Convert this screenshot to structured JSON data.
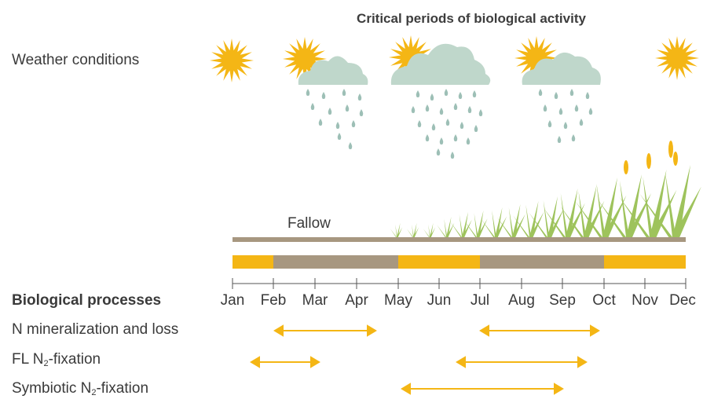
{
  "title": "Critical periods of biological activity",
  "weather_label": "Weather conditions",
  "fallow_label": "Fallow",
  "bio_label": "Biological processes",
  "months": [
    "Jan",
    "Feb",
    "Mar",
    "Apr",
    "May",
    "Jun",
    "Jul",
    "Aug",
    "Sep",
    "Oct",
    "Nov",
    "Dec"
  ],
  "processes": [
    {
      "pre": "N mineralization and loss",
      "sub": "",
      "post": ""
    },
    {
      "pre": "FL N",
      "sub": "2",
      "post": "-fixation"
    },
    {
      "pre": "Symbiotic N",
      "sub": "2",
      "post": "-fixation"
    }
  ],
  "colors": {
    "accent": "#F4B615",
    "fallow": "#A79780",
    "cloud": "#BFD7CB",
    "plant": "#9EC35C",
    "rain": "#9DBFB6",
    "sun": "#F4B615"
  },
  "icons": [
    "sun-icon",
    "cloud-icon",
    "rain-icon",
    "plant-icon",
    "double-arrow-icon"
  ]
}
